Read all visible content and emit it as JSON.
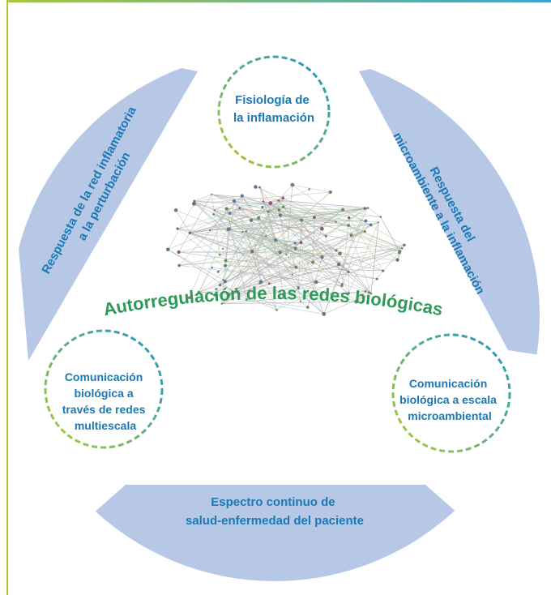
{
  "colors": {
    "segment_fill": "#b6c8e6",
    "label_blue": "#1a79b5",
    "title_green": "#2e9a58",
    "frame_green": "#a9c642",
    "frame_blue": "#3fa2d1",
    "dash_green": "#b5cc2e",
    "dash_blue": "#1f95c2"
  },
  "icons": {
    "network": "network-graph-icon"
  },
  "diagram": {
    "center_title": "Autorregulación de las redes biológicas",
    "circles": {
      "top": [
        "Fisiología de",
        "la inflamación"
      ],
      "left": [
        "Comunicación",
        "biológica a",
        "través de redes",
        "multiescala"
      ],
      "right": [
        "Comunicación",
        "biológica a escala",
        "microambiental"
      ]
    },
    "segments": {
      "left": [
        "Respuesta de la red inflamatoria",
        "a la perturbación"
      ],
      "right": [
        "Respuesta del",
        "microambiente a la inflamación"
      ],
      "bottom": [
        "Espectro continuo de",
        "salud-enfermedad del paciente"
      ]
    }
  }
}
